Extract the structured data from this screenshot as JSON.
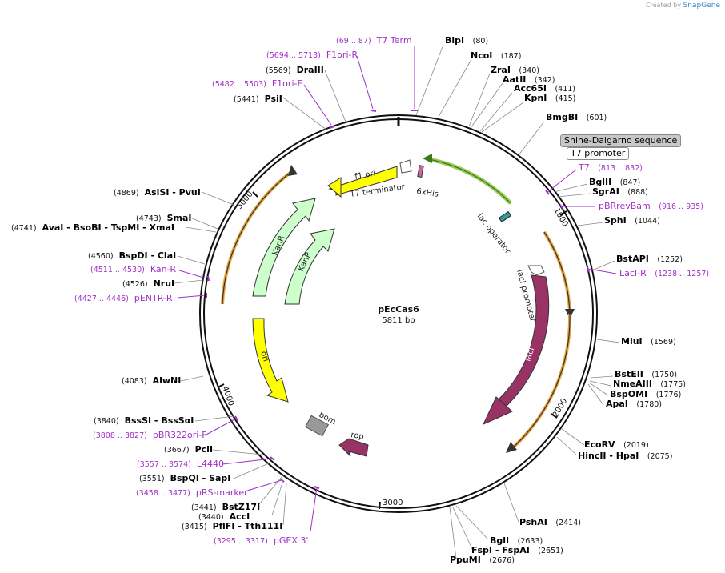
{
  "credit": {
    "prefix": "Created by",
    "brand": "SnapGene"
  },
  "plasmid": {
    "name": "pEcCas6",
    "size_label": "5811 bp"
  },
  "ticks": [
    "1000",
    "2000",
    "3000",
    "4000",
    "5000"
  ],
  "feature_labels": {
    "f1ori": "f1 ori",
    "t7term": "T7 terminator",
    "his": "6xHis",
    "lacop": "lac operator",
    "lacprom": "lacI promoter",
    "laci": "lacI",
    "kanr_outer": "KanR",
    "kanr_inner": "KanR",
    "ori": "ori",
    "bom": "bom",
    "rop": "rop"
  },
  "boxed": {
    "shine": "Shine-Dalgarno sequence",
    "t7prom": "T7 promoter"
  },
  "enzymes": {
    "blpi": {
      "name": "BlpI",
      "pos": "(80)"
    },
    "ncoi": {
      "name": "NcoI",
      "pos": "(187)"
    },
    "zrai": {
      "name": "ZraI",
      "pos": "(340)"
    },
    "aatii": {
      "name": "AatII",
      "pos": "(342)"
    },
    "acc65i": {
      "name": "Acc65I",
      "pos": "(411)"
    },
    "kpni": {
      "name": "KpnI",
      "pos": "(415)"
    },
    "bmgbi": {
      "name": "BmgBI",
      "pos": "(601)"
    },
    "bglii": {
      "name": "BglII",
      "pos": "(847)"
    },
    "sgrai": {
      "name": "SgrAI",
      "pos": "(888)"
    },
    "sphi": {
      "name": "SphI",
      "pos": "(1044)"
    },
    "bstapi": {
      "name": "BstAPI",
      "pos": "(1252)"
    },
    "mlui": {
      "name": "MluI",
      "pos": "(1569)"
    },
    "bsteii": {
      "name": "BstEII",
      "pos": "(1750)"
    },
    "nmeaiii": {
      "name": "NmeAIII",
      "pos": "(1775)"
    },
    "bspomi": {
      "name": "BspOMI",
      "pos": "(1776)"
    },
    "apai": {
      "name": "ApaI",
      "pos": "(1780)"
    },
    "ecorv": {
      "name": "EcoRV",
      "pos": "(2019)"
    },
    "hincii": {
      "name": "HincII  - HpaI",
      "pos": "(2075)"
    },
    "pshai": {
      "name": "PshAI",
      "pos": "(2414)"
    },
    "bgli": {
      "name": "BglI",
      "pos": "(2633)"
    },
    "fspi": {
      "name": "FspI  - FspAI",
      "pos": "(2651)"
    },
    "ppumi": {
      "name": "PpuMI",
      "pos": "(2676)"
    },
    "psii": {
      "name": "PsiI",
      "pos": "(5441)"
    },
    "draiii": {
      "name": "DraIII",
      "pos": "(5569)"
    },
    "asisi": {
      "name": "AsiSI  - PvuI",
      "pos": "(4869)"
    },
    "smai": {
      "name": "SmaI",
      "pos": "(4743)"
    },
    "avai": {
      "name": "AvaI  - BsoBI  - TspMI  - XmaI",
      "pos": "(4741)"
    },
    "bspdi": {
      "name": "BspDI  - ClaI",
      "pos": "(4560)"
    },
    "nrui": {
      "name": "NruI",
      "pos": "(4526)"
    },
    "alwni": {
      "name": "AlwNI",
      "pos": "(4083)"
    },
    "bsssi": {
      "name": "BssSI  - BssSαI",
      "pos": "(3840)"
    },
    "pcii": {
      "name": "PciI",
      "pos": "(3667)"
    },
    "bspqi": {
      "name": "BspQI  - SapI",
      "pos": "(3551)"
    },
    "bstz17i": {
      "name": "BstZ17I",
      "pos": "(3441)"
    },
    "acci": {
      "name": "AccI",
      "pos": "(3440)"
    },
    "pflfi": {
      "name": "PflFI  - Tth111I",
      "pos": "(3415)"
    }
  },
  "primers": {
    "t7term": {
      "name": "T7 Term",
      "pos": "(69 .. 87)"
    },
    "f1orir": {
      "name": "F1ori-R",
      "pos": "(5694 .. 5713)"
    },
    "f1orif": {
      "name": "F1ori-F",
      "pos": "(5482 .. 5503)"
    },
    "t7": {
      "name": "T7",
      "pos": "(813 .. 832)"
    },
    "pbrrevbam": {
      "name": "pBRrevBam",
      "pos": "(916 .. 935)"
    },
    "lacir": {
      "name": "LacI-R",
      "pos": "(1238 .. 1257)"
    },
    "kanr": {
      "name": "Kan-R",
      "pos": "(4511 .. 4530)"
    },
    "pentrr": {
      "name": "pENTR-R",
      "pos": "(4427 .. 4446)"
    },
    "pbr322orif": {
      "name": "pBR322ori-F",
      "pos": "(3808 .. 3827)"
    },
    "l4440": {
      "name": "L4440",
      "pos": "(3557 .. 3574)"
    },
    "prsmarker": {
      "name": "pRS-marker",
      "pos": "(3458 .. 3477)"
    },
    "pgex3": {
      "name": "pGEX 3'",
      "pos": "(3295 .. 3317)"
    }
  },
  "colors": {
    "backbone": "#111111",
    "f1ori": "#ffff00",
    "lacI": "#993366",
    "kanR": "#ccffcc",
    "ori": "#ffff00",
    "rop": "#993366",
    "bom": "#999999",
    "primer": "#a030c8",
    "orf": "#e8a33a",
    "his": "#cc6699",
    "lacop": "#339999",
    "t7prom_arrow": "#55aa22"
  }
}
